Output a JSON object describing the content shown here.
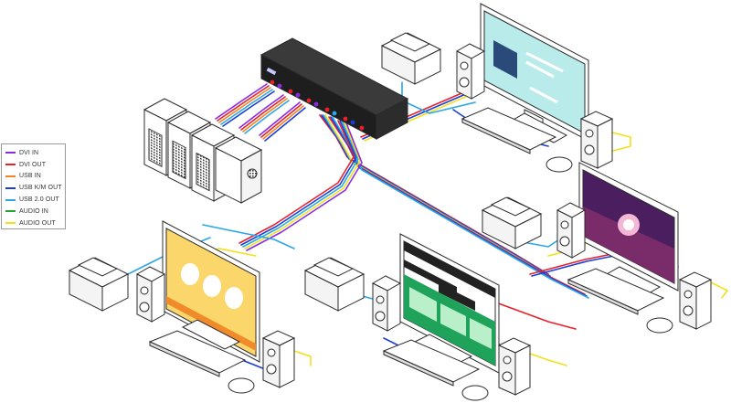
{
  "legend": {
    "items": [
      {
        "label": "DVI IN",
        "color": "#8a2be2"
      },
      {
        "label": "DVI OUT",
        "color": "#e8202a"
      },
      {
        "label": "USB IN",
        "color": "#f58220"
      },
      {
        "label": "USB K/M OUT",
        "color": "#1a3fd6"
      },
      {
        "label": "USB 2.0 OUT",
        "color": "#2aa7e8"
      },
      {
        "label": "AUDIO IN",
        "color": "#22a43a"
      },
      {
        "label": "AUDIO OUT",
        "color": "#f4e01a"
      }
    ]
  },
  "colors": {
    "outline": "#2b2b2b",
    "device_fill": "#ffffff",
    "kvm_body": "#2a2a2a",
    "screen_top_right": "#b8ebea",
    "screen_mid_right": "#4b1f5f",
    "screen_left": "#fbd66a",
    "screen_center": "#1fa35a"
  },
  "icons": [
    "computer-tower-icon",
    "monitor-icon",
    "printer-icon",
    "speaker-icon",
    "keyboard-icon",
    "mouse-icon",
    "kvm-switch-icon"
  ]
}
